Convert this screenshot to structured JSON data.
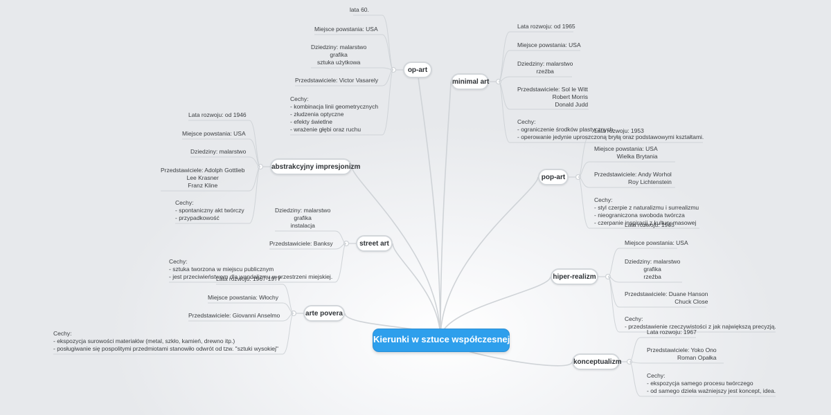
{
  "central_topic": "Kierunki w sztuce współczesnej",
  "branches": {
    "op_art": {
      "title": "op-art",
      "leaves": [
        "lata 60.",
        "Miejsce powstania: USA",
        "Dziedziny: malarstwo\ngrafika\nsztuka użytkowa",
        "Przedstawiciele: Victor Vasarely",
        "Cechy:\n- kombinacja linii geometrycznych\n- złudzenia optyczne\n- efekty świetlne\n- wrażenie głębi oraz ruchu"
      ]
    },
    "abstrakcyjny": {
      "title": "abstrakcyjny impresjonizm",
      "leaves": [
        "Lata rozwoju: od 1946",
        "Miejsce powstania: USA",
        "Dziedziny: malarstwo",
        "Przedstawiciele: Adolph Gottlieb\nLee Krasner\nFranz Kline",
        "Cechy:\n- spontaniczny akt twórczy\n- przypadkowość"
      ]
    },
    "street_art": {
      "title": "street art",
      "leaves": [
        "Dziedziny: malarstwo\ngrafika\ninstalacja",
        "Przedstawiciele: Banksy",
        "Cechy:\n- sztuka tworzona w miejscu publicznym\n- jest przeciwieństwem dla wandalizmu w przestrzeni miejskiej."
      ]
    },
    "arte_povera": {
      "title": "arte povera",
      "leaves": [
        "Lata rozwoju: 1967-1977",
        "Miejsce powstania: Włochy",
        "Przedstawiciele: Giovanni Anselmo",
        "Cechy:\n- ekspozycja surowości materiałów (metal, szkło, kamień, drewno itp.)\n- posługiwanie się pospolitymi przedmiotami stanowiło odwrót od tzw. \"sztuki wysokiej\""
      ]
    },
    "minimal_art": {
      "title": "minimal art",
      "leaves": [
        "Lata rozwoju: od 1965",
        "Miejsce powstania: USA",
        "Dziedziny: malarstwo\nrzeźba",
        "Przedstawiciele: Sol le Witt\nRobert Morris\nDonald Judd",
        "Cechy:\n- ograniczenie środków plastycznych\n- operowanie jedynie uproszczoną bryłą oraz podstawowymi kształtami."
      ]
    },
    "pop_art": {
      "title": "pop-art",
      "leaves": [
        "Lata rozwoju: 1953",
        "Miejsce powstania: USA\nWielka Brytania",
        "Przedstawiciele: Andy Worhol\nRoy Lichtenstein",
        "Cechy:\n- styl czerpie z naturalizmu i surrealizmu\n- nieograniczona swoboda twórcza\n- czerpanie inspiracji z kultury masowej"
      ]
    },
    "hiper_realizm": {
      "title": "hiper-realizm",
      "leaves": [
        "Lata rozwoju: 1965",
        "Miejsce powstania: USA",
        "Dziedziny: malarstwo\ngrafika\nrzeźba",
        "Przedstawiciele: Duane Hanson\nChuck Close",
        "Cechy:\n- przedstawienie rzeczywistości z jak największą precyzją."
      ]
    },
    "konceptualizm": {
      "title": "konceptualizm",
      "leaves": [
        "Lata rozwoju: 1967",
        "Przedstawiciele: Yoko Ono\nRoman Opałka",
        "Cechy:\n- ekspozycja samego procesu twórczego\n- od samego dzieła ważniejszy jest koncept, idea."
      ]
    }
  },
  "colors": {
    "root_fill": "#2e9fec",
    "node_border": "#d2d6da",
    "line": "#cfd3d7"
  }
}
